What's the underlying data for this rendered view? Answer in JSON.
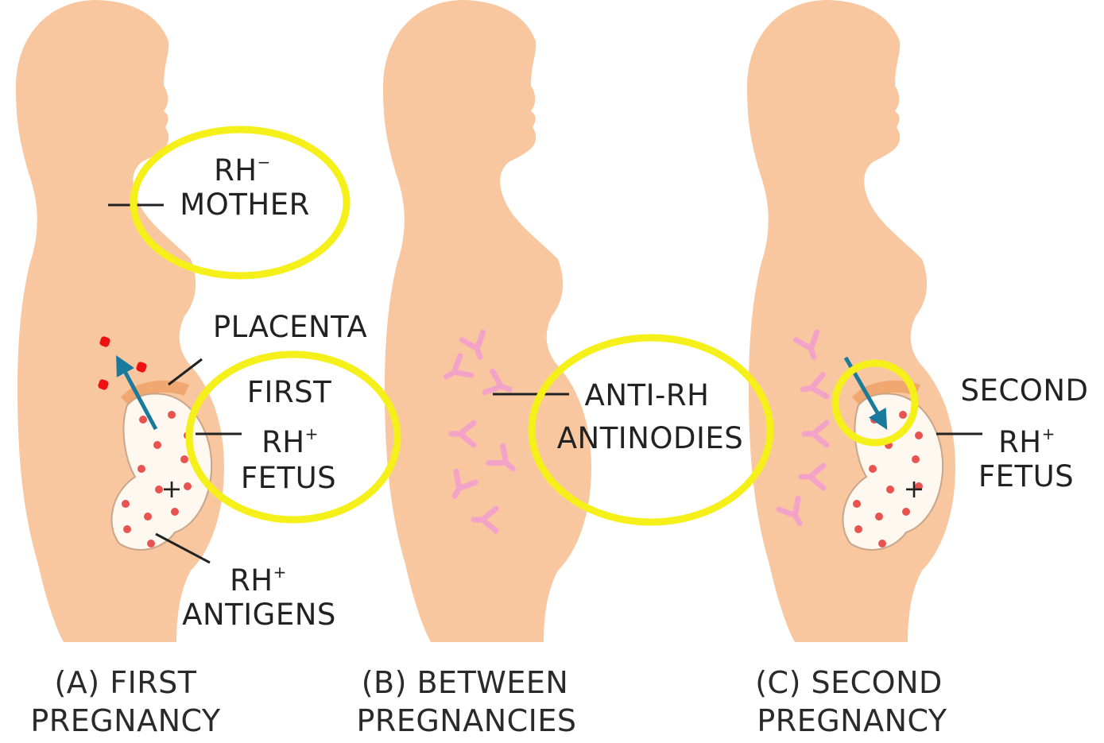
{
  "colors": {
    "skin": "#f8c7a0",
    "fetus_fill": "#fff8f0",
    "fetus_outline": "#c9a58a",
    "placenta": "#f0a870",
    "antigen_dot": "#e8524f",
    "antibody": "#f4a3c8",
    "highlight_ring": "#f5ef1a",
    "arrow": "#1a7a9c",
    "label_text": "#222222",
    "leader_line": "#222222",
    "escaped_cell": "#ee1111"
  },
  "icons": [
    "mother-silhouette",
    "fetus-icon",
    "placenta-icon",
    "antibody-icon",
    "antigen-dot",
    "transfer-arrow",
    "highlight-ring"
  ],
  "panels": [
    {
      "caption_line1": "(A) FIRST",
      "caption_line2": "PREGNANCY",
      "labels": {
        "mother_line1": "RH",
        "mother_sup": "−",
        "mother_line2": "MOTHER",
        "placenta": "PLACENTA",
        "fetus_line1": "FIRST",
        "fetus_line2": "RH",
        "fetus_sup": "+",
        "fetus_line3": "FETUS",
        "antigens_line1": "RH",
        "antigens_sup": "+",
        "antigens_line2": "ANTIGENS"
      },
      "fetus_mark": "+"
    },
    {
      "caption_line1": "(B) BETWEEN",
      "caption_line2": "PREGNANCIES",
      "labels": {
        "antibodies_line1": "ANTI-RH",
        "antibodies_line2": "ANTINODIES"
      }
    },
    {
      "caption_line1": "(C) SECOND",
      "caption_line2": "PREGNANCY",
      "labels": {
        "fetus_line1": "SECOND",
        "fetus_line2": "RH",
        "fetus_sup": "+",
        "fetus_line3": "FETUS"
      },
      "fetus_mark": "+"
    }
  ]
}
